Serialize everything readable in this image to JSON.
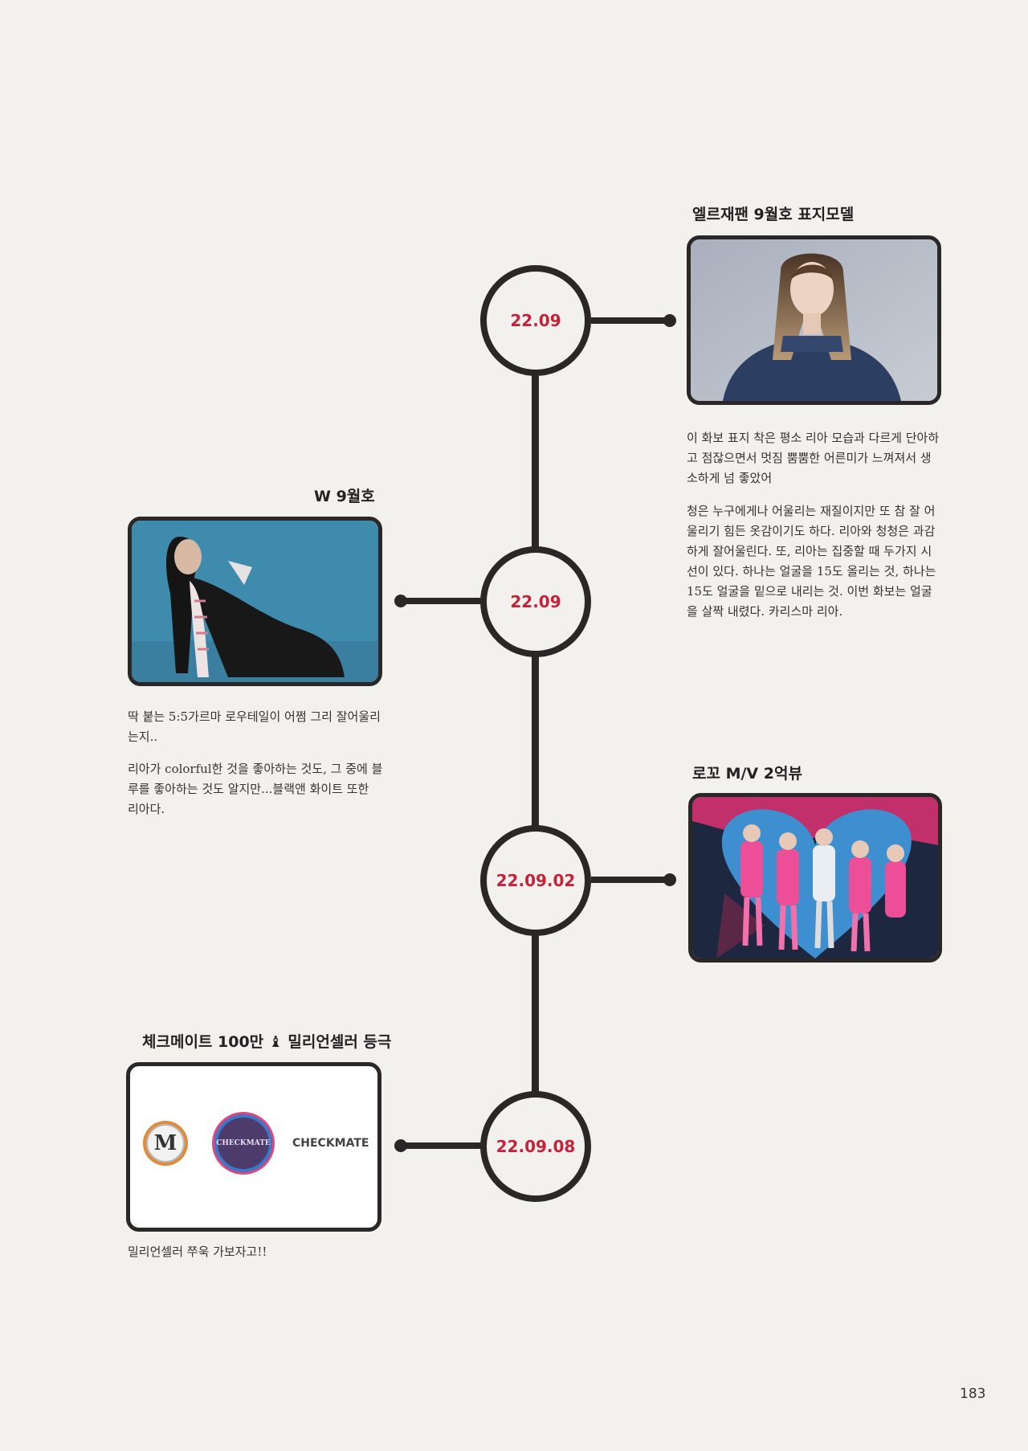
{
  "page_number": "183",
  "entries": [
    {
      "date": "22.09",
      "title": "엘르재팬 9월호 표지모델",
      "photo": "magazine-cover-photo",
      "paragraphs": [
        "이 화보 표지 착은 평소 리아 모습과 다르게 단아하고 점잖으면서 멋짐 뿜뿜한 어른미가 느껴져서 생소하게 넘 좋았어",
        "청은 누구에게나 어울리는 재질이지만 또 참 잘 어울리기 힘든 옷감이기도 하다. 리아와 청청은 과감하게 잘어울린다. 또, 리아는 집중할 때 두가지 시선이 있다. 하나는 얼굴을 15도 올리는 것, 하나는 15도 얼굴을 밑으로 내리는 것. 이번 화보는 얼굴을 살짝 내렸다. 카리스마 리아."
      ]
    },
    {
      "date": "22.09",
      "title": "W 9월호",
      "photo": "magazine-photo",
      "paragraphs": [
        "딱 붙는 5:5가르마 로우테일이 어쩜 그리 잘어울리는지..",
        "리아가 colorful한 것을 좋아하는 것도, 그 중에 블루를 좋아하는 것도 알지만...블랙앤 화이트 또한 리아다."
      ]
    },
    {
      "date": "22.09.02",
      "title": "로꼬 M/V 2억뷰",
      "photo": "music-video-still",
      "paragraphs": []
    },
    {
      "date": "22.09.08",
      "title": "체크메이트 100만 ♝ 밀리언셀러 등극",
      "photo": "album-badges",
      "badge_letter": "M",
      "album_text": "CHECKMATE",
      "album_logo_text": "CHECKMATE",
      "paragraphs": [
        "밀리언셀러 쭈욱 가보자고!!"
      ]
    }
  ],
  "colors": {
    "background": "#f3f1ee",
    "line": "#2b2727",
    "date_text": "#c8213a"
  }
}
